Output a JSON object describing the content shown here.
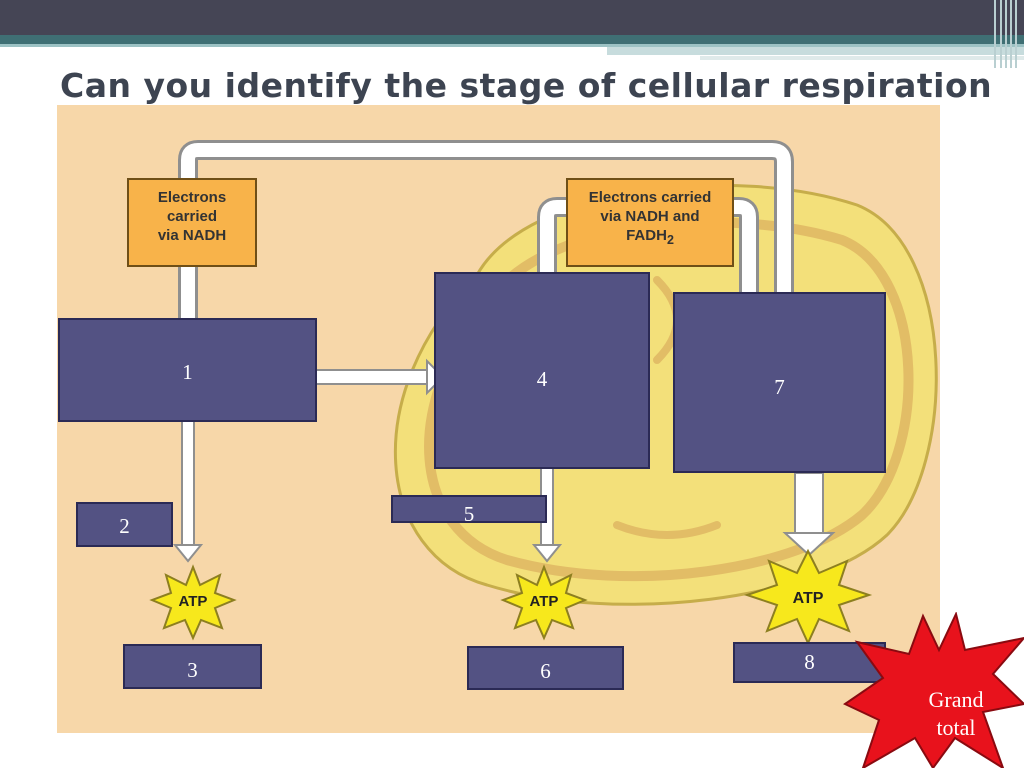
{
  "slide": {
    "title": "Can you identify the stage of cellular respiration"
  },
  "diagram": {
    "notes": {
      "left": [
        "Electrons",
        "carried",
        "via NADH"
      ],
      "right": [
        "Electrons carried",
        "via NADH and",
        "FADH",
        "2"
      ]
    },
    "atp_label": "ATP",
    "boxes": {
      "b1": "1",
      "b2": "2",
      "b3": "3",
      "b4": "4",
      "b5": "5",
      "b6": "6",
      "b7": "7",
      "b8": "8"
    }
  },
  "badge": {
    "line1": "Grand",
    "line2": "total",
    "color": "#e8121c"
  },
  "colors": {
    "header": "#454555",
    "accent": "#3f6f74",
    "diagram_bg": "#f7d7a9",
    "mitochondrion": "#f3e07a",
    "note_box": "#f8b34a",
    "answer_box": "#535283",
    "atp_star": "#f7e81c"
  }
}
